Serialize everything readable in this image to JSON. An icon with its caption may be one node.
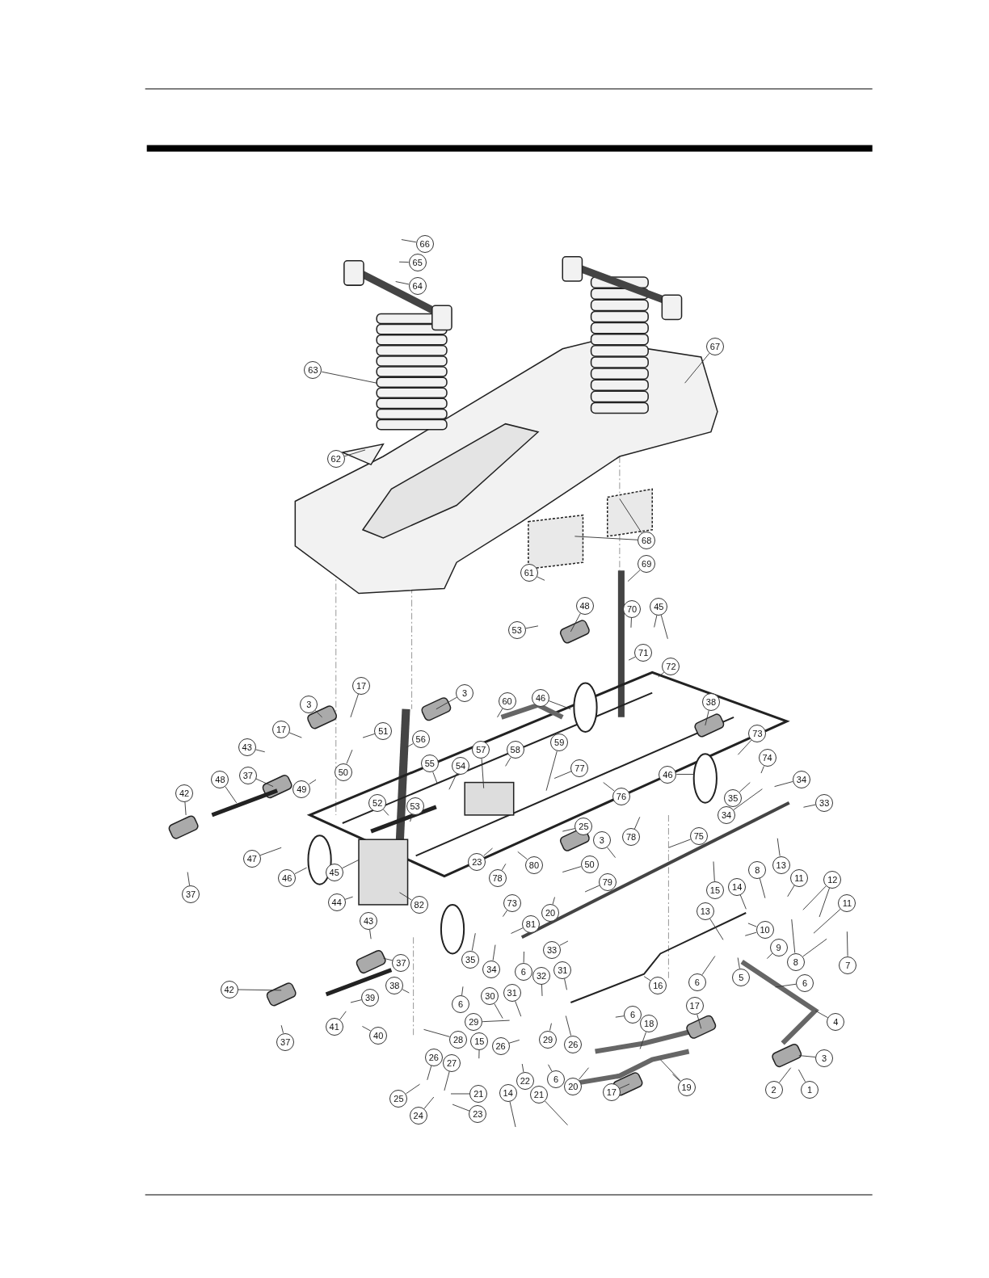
{
  "diagram": {
    "nodes": [
      {
        "text": [
          "66"
        ]
      },
      {
        "text": [
          "65"
        ]
      },
      {
        "text": [
          "64"
        ]
      },
      {
        "text": [
          "67"
        ]
      },
      {
        "text": [
          "63"
        ]
      },
      {
        "text": [
          "62"
        ]
      },
      {
        "text": [
          "68"
        ]
      },
      {
        "text": [
          "61"
        ]
      },
      {
        "text": [
          "69"
        ]
      },
      {
        "text": [
          "48"
        ]
      },
      {
        "text": [
          "70"
        ]
      },
      {
        "text": [
          "45"
        ]
      },
      {
        "text": [
          "53"
        ]
      },
      {
        "text": [
          "71"
        ]
      },
      {
        "text": [
          "72"
        ]
      },
      {
        "text": [
          "3"
        ]
      },
      {
        "text": [
          "17"
        ]
      },
      {
        "text": [
          "3"
        ]
      },
      {
        "text": [
          "60"
        ]
      },
      {
        "text": [
          "46"
        ]
      },
      {
        "text": [
          "38"
        ]
      },
      {
        "text": [
          "17"
        ]
      },
      {
        "text": [
          "51"
        ]
      },
      {
        "text": [
          "56"
        ]
      },
      {
        "text": [
          "57"
        ]
      },
      {
        "text": [
          "58"
        ]
      },
      {
        "text": [
          "59"
        ]
      },
      {
        "text": [
          "73"
        ]
      },
      {
        "text": [
          "43"
        ]
      },
      {
        "text": [
          "74"
        ]
      },
      {
        "text": [
          "55"
        ]
      },
      {
        "text": [
          "54"
        ]
      },
      {
        "text": [
          "77"
        ]
      },
      {
        "text": [
          "50"
        ]
      },
      {
        "text": [
          "46"
        ]
      },
      {
        "text": [
          "37"
        ]
      },
      {
        "text": [
          "34"
        ]
      },
      {
        "text": [
          "49"
        ]
      },
      {
        "text": [
          "42"
        ]
      },
      {
        "text": [
          "48"
        ]
      },
      {
        "text": [
          "76"
        ]
      },
      {
        "text": [
          "35"
        ]
      },
      {
        "text": [
          "33"
        ]
      },
      {
        "text": [
          "34"
        ]
      },
      {
        "text": [
          "52"
        ]
      },
      {
        "text": [
          "53"
        ]
      },
      {
        "text": [
          "25"
        ]
      },
      {
        "text": [
          "78"
        ]
      },
      {
        "text": [
          "75"
        ]
      },
      {
        "text": [
          "3"
        ]
      },
      {
        "text": [
          "47"
        ]
      },
      {
        "text": [
          "23"
        ]
      },
      {
        "text": [
          "80"
        ]
      },
      {
        "text": [
          "50"
        ]
      },
      {
        "text": [
          "45"
        ]
      },
      {
        "text": [
          "46"
        ]
      },
      {
        "text": [
          "78"
        ]
      },
      {
        "text": [
          "79"
        ]
      },
      {
        "text": [
          "8"
        ]
      },
      {
        "text": [
          "13"
        ]
      },
      {
        "text": [
          "11"
        ]
      },
      {
        "text": [
          "12"
        ]
      },
      {
        "text": [
          "15"
        ]
      },
      {
        "text": [
          "14"
        ]
      },
      {
        "text": [
          "37"
        ]
      },
      {
        "text": [
          "44"
        ]
      },
      {
        "text": [
          "82"
        ]
      },
      {
        "text": [
          "73"
        ]
      },
      {
        "text": [
          "20"
        ]
      },
      {
        "text": [
          "11"
        ]
      },
      {
        "text": [
          "13"
        ]
      },
      {
        "text": [
          "43"
        ]
      },
      {
        "text": [
          "81"
        ]
      },
      {
        "text": [
          "10"
        ]
      },
      {
        "text": [
          "9"
        ]
      },
      {
        "text": [
          "33"
        ]
      },
      {
        "text": [
          "6"
        ]
      },
      {
        "text": [
          "8"
        ]
      },
      {
        "text": [
          "35"
        ]
      },
      {
        "text": [
          "37"
        ]
      },
      {
        "text": [
          "7"
        ]
      },
      {
        "text": [
          "34"
        ]
      },
      {
        "text": [
          "6"
        ]
      },
      {
        "text": [
          "31"
        ]
      },
      {
        "text": [
          "32"
        ]
      },
      {
        "text": [
          "5"
        ]
      },
      {
        "text": [
          "6"
        ]
      },
      {
        "text": [
          "16"
        ]
      },
      {
        "text": [
          "38"
        ]
      },
      {
        "text": [
          "42"
        ]
      },
      {
        "text": [
          "31"
        ]
      },
      {
        "text": [
          "39"
        ]
      },
      {
        "text": [
          "30"
        ]
      },
      {
        "text": [
          "6"
        ]
      },
      {
        "text": [
          "17"
        ]
      },
      {
        "text": [
          "4"
        ]
      },
      {
        "text": [
          "29"
        ]
      },
      {
        "text": [
          "26"
        ]
      },
      {
        "text": [
          "29"
        ]
      },
      {
        "text": [
          "6"
        ]
      },
      {
        "text": [
          "18"
        ]
      },
      {
        "text": [
          "41"
        ]
      },
      {
        "text": [
          "40"
        ]
      },
      {
        "text": [
          "26"
        ]
      },
      {
        "text": [
          "37"
        ]
      },
      {
        "text": [
          "3"
        ]
      },
      {
        "text": [
          "26"
        ]
      },
      {
        "text": [
          "27"
        ]
      },
      {
        "text": [
          "15"
        ]
      },
      {
        "text": [
          "28"
        ]
      },
      {
        "text": [
          "22"
        ]
      },
      {
        "text": [
          "6"
        ]
      },
      {
        "text": [
          "19"
        ]
      },
      {
        "text": [
          "14"
        ]
      },
      {
        "text": [
          "21"
        ]
      },
      {
        "text": [
          "20"
        ]
      },
      {
        "text": [
          "17"
        ]
      },
      {
        "text": [
          "2"
        ]
      },
      {
        "text": [
          "1"
        ]
      },
      {
        "text": [
          "21"
        ]
      },
      {
        "text": [
          "25"
        ]
      },
      {
        "text": [
          "24"
        ]
      },
      {
        "text": [
          "23"
        ]
      }
    ],
    "edges": [
      {
        "from": 0,
        "to": null,
        "arrow": "none"
      },
      {
        "from": 1,
        "to": null,
        "arrow": "none"
      },
      {
        "from": 2,
        "to": null,
        "arrow": "none"
      },
      {
        "from": 3,
        "to": null,
        "arrow": "none"
      },
      {
        "from": 4,
        "to": null,
        "arrow": "none"
      },
      {
        "from": 5,
        "to": null,
        "arrow": "none"
      },
      {
        "from": 6,
        "to": null,
        "arrow": "none"
      },
      {
        "from": 6,
        "to": null,
        "arrow": "none"
      },
      {
        "from": 7,
        "to": null,
        "arrow": "none"
      },
      {
        "from": 8,
        "to": null,
        "arrow": "none"
      },
      {
        "from": 9,
        "to": null,
        "arrow": "none"
      },
      {
        "from": 10,
        "to": null,
        "arrow": "none"
      },
      {
        "from": 11,
        "to": null,
        "arrow": "none"
      },
      {
        "from": 11,
        "to": null,
        "arrow": "none"
      },
      {
        "from": 12,
        "to": null,
        "arrow": "none"
      },
      {
        "from": 13,
        "to": null,
        "arrow": "none"
      },
      {
        "from": 14,
        "to": null,
        "arrow": "none"
      },
      {
        "from": 15,
        "to": null,
        "arrow": "none"
      },
      {
        "from": 16,
        "to": null,
        "arrow": "none"
      },
      {
        "from": 17,
        "to": null,
        "arrow": "none"
      },
      {
        "from": 18,
        "to": null,
        "arrow": "none"
      },
      {
        "from": 19,
        "to": null,
        "arrow": "none"
      },
      {
        "from": 20,
        "to": null,
        "arrow": "none"
      },
      {
        "from": 21,
        "to": null,
        "arrow": "none"
      },
      {
        "from": 22,
        "to": null,
        "arrow": "none"
      },
      {
        "from": 23,
        "to": null,
        "arrow": "none"
      },
      {
        "from": 24,
        "to": null,
        "arrow": "none"
      },
      {
        "from": 25,
        "to": null,
        "arrow": "none"
      },
      {
        "from": 26,
        "to": null,
        "arrow": "none"
      },
      {
        "from": 27,
        "to": null,
        "arrow": "none"
      },
      {
        "from": 28,
        "to": null,
        "arrow": "none"
      },
      {
        "from": 29,
        "to": null,
        "arrow": "none"
      },
      {
        "from": 30,
        "to": null,
        "arrow": "none"
      },
      {
        "from": 31,
        "to": null,
        "arrow": "none"
      },
      {
        "from": 32,
        "to": null,
        "arrow": "none"
      },
      {
        "from": 33,
        "to": null,
        "arrow": "none"
      },
      {
        "from": 34,
        "to": null,
        "arrow": "none"
      },
      {
        "from": 35,
        "to": null,
        "arrow": "none"
      },
      {
        "from": 36,
        "to": null,
        "arrow": "none"
      },
      {
        "from": 37,
        "to": null,
        "arrow": "none"
      },
      {
        "from": 38,
        "to": null,
        "arrow": "none"
      },
      {
        "from": 39,
        "to": null,
        "arrow": "none"
      },
      {
        "from": 40,
        "to": null,
        "arrow": "none"
      },
      {
        "from": 41,
        "to": null,
        "arrow": "none"
      },
      {
        "from": 42,
        "to": null,
        "arrow": "none"
      },
      {
        "from": 43,
        "to": null,
        "arrow": "none"
      },
      {
        "from": 44,
        "to": null,
        "arrow": "none"
      },
      {
        "from": 45,
        "to": null,
        "arrow": "none"
      },
      {
        "from": 46,
        "to": null,
        "arrow": "none"
      },
      {
        "from": 47,
        "to": null,
        "arrow": "none"
      },
      {
        "from": 48,
        "to": null,
        "arrow": "none"
      },
      {
        "from": 49,
        "to": null,
        "arrow": "none"
      },
      {
        "from": 50,
        "to": null,
        "arrow": "none"
      },
      {
        "from": 51,
        "to": null,
        "arrow": "none"
      },
      {
        "from": 52,
        "to": null,
        "arrow": "none"
      },
      {
        "from": 53,
        "to": null,
        "arrow": "none"
      },
      {
        "from": 54,
        "to": null,
        "arrow": "none"
      },
      {
        "from": 55,
        "to": null,
        "arrow": "none"
      },
      {
        "from": 56,
        "to": null,
        "arrow": "none"
      },
      {
        "from": 57,
        "to": null,
        "arrow": "none"
      },
      {
        "from": 58,
        "to": null,
        "arrow": "none"
      },
      {
        "from": 59,
        "to": null,
        "arrow": "none"
      },
      {
        "from": 60,
        "to": null,
        "arrow": "none"
      },
      {
        "from": 61,
        "to": null,
        "arrow": "none"
      },
      {
        "from": 62,
        "to": null,
        "arrow": "none"
      },
      {
        "from": 63,
        "to": null,
        "arrow": "none"
      },
      {
        "from": 64,
        "to": null,
        "arrow": "none"
      },
      {
        "from": 65,
        "to": null,
        "arrow": "none"
      },
      {
        "from": 66,
        "to": null,
        "arrow": "none"
      },
      {
        "from": 67,
        "to": null,
        "arrow": "none"
      },
      {
        "from": 68,
        "to": null,
        "arrow": "none"
      },
      {
        "from": 69,
        "to": null,
        "arrow": "none"
      },
      {
        "from": 70,
        "to": null,
        "arrow": "none"
      },
      {
        "from": 71,
        "to": null,
        "arrow": "none"
      },
      {
        "from": 72,
        "to": null,
        "arrow": "none"
      },
      {
        "from": 73,
        "to": null,
        "arrow": "none"
      },
      {
        "from": 74,
        "to": null,
        "arrow": "none"
      },
      {
        "from": 75,
        "to": null,
        "arrow": "none"
      },
      {
        "from": 76,
        "to": null,
        "arrow": "none"
      },
      {
        "from": 77,
        "to": null,
        "arrow": "none"
      },
      {
        "from": 78,
        "to": null,
        "arrow": "none"
      },
      {
        "from": 79,
        "to": null,
        "arrow": "none"
      },
      {
        "from": 80,
        "to": null,
        "arrow": "none"
      },
      {
        "from": 81,
        "to": null,
        "arrow": "none"
      },
      {
        "from": 82,
        "to": null,
        "arrow": "none"
      },
      {
        "from": 83,
        "to": null,
        "arrow": "none"
      },
      {
        "from": 84,
        "to": null,
        "arrow": "none"
      },
      {
        "from": 85,
        "to": null,
        "arrow": "none"
      },
      {
        "from": 86,
        "to": null,
        "arrow": "none"
      },
      {
        "from": 87,
        "to": null,
        "arrow": "none"
      },
      {
        "from": 88,
        "to": null,
        "arrow": "none"
      },
      {
        "from": 89,
        "to": null,
        "arrow": "none"
      },
      {
        "from": 90,
        "to": null,
        "arrow": "none"
      },
      {
        "from": 91,
        "to": null,
        "arrow": "none"
      },
      {
        "from": 92,
        "to": null,
        "arrow": "none"
      },
      {
        "from": 93,
        "to": null,
        "arrow": "none"
      },
      {
        "from": 94,
        "to": null,
        "arrow": "none"
      },
      {
        "from": 95,
        "to": null,
        "arrow": "none"
      },
      {
        "from": 96,
        "to": null,
        "arrow": "none"
      },
      {
        "from": 97,
        "to": null,
        "arrow": "none"
      },
      {
        "from": 98,
        "to": null,
        "arrow": "none"
      },
      {
        "from": 99,
        "to": null,
        "arrow": "none"
      },
      {
        "from": 100,
        "to": null,
        "arrow": "none"
      },
      {
        "from": 101,
        "to": null,
        "arrow": "none"
      },
      {
        "from": 102,
        "to": null,
        "arrow": "none"
      },
      {
        "from": 103,
        "to": null,
        "arrow": "none"
      },
      {
        "from": 104,
        "to": null,
        "arrow": "none"
      },
      {
        "from": 105,
        "to": null,
        "arrow": "none"
      },
      {
        "from": 106,
        "to": null,
        "arrow": "none"
      },
      {
        "from": 107,
        "to": null,
        "arrow": "none"
      },
      {
        "from": 108,
        "to": null,
        "arrow": "none"
      },
      {
        "from": 109,
        "to": null,
        "arrow": "none"
      },
      {
        "from": 110,
        "to": null,
        "arrow": "none"
      },
      {
        "from": 111,
        "to": null,
        "arrow": "none"
      },
      {
        "from": 112,
        "to": null,
        "arrow": "none"
      },
      {
        "from": 112,
        "to": null,
        "arrow": "none"
      },
      {
        "from": 113,
        "to": null,
        "arrow": "none"
      },
      {
        "from": 114,
        "to": null,
        "arrow": "none"
      },
      {
        "from": 115,
        "to": null,
        "arrow": "none"
      },
      {
        "from": 116,
        "to": null,
        "arrow": "none"
      },
      {
        "from": 117,
        "to": null,
        "arrow": "none"
      },
      {
        "from": 118,
        "to": null,
        "arrow": "none"
      },
      {
        "from": 119,
        "to": null,
        "arrow": "none"
      },
      {
        "from": 120,
        "to": null,
        "arrow": "none"
      },
      {
        "from": 121,
        "to": null,
        "arrow": "none"
      },
      {
        "from": 122,
        "to": null,
        "arrow": "none"
      },
      {
        "from": 77,
        "to": null,
        "arrow": "none"
      },
      {
        "from": 61,
        "to": null,
        "arrow": "none"
      },
      {
        "from": 73,
        "to": null,
        "arrow": "none"
      }
    ]
  }
}
